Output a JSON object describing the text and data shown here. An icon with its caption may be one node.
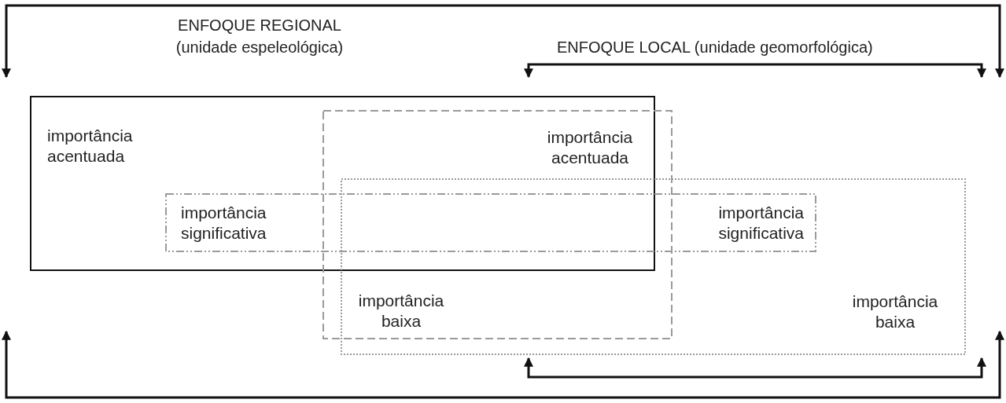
{
  "diagram": {
    "nodes": [
      {
        "text": [
          "importância acentuada"
        ]
      },
      {
        "text": [
          "importância acentuada",
          "importância baixa"
        ]
      },
      {
        "text": [
          "importância significativa",
          "importância significativa"
        ]
      },
      {
        "text": [
          "importância baixa"
        ]
      }
    ],
    "labels": [
      "ENFOQUE REGIONAL (unidade espeleológica)",
      "ENFOQUE LOCAL (unidade geomorfológica)"
    ]
  }
}
